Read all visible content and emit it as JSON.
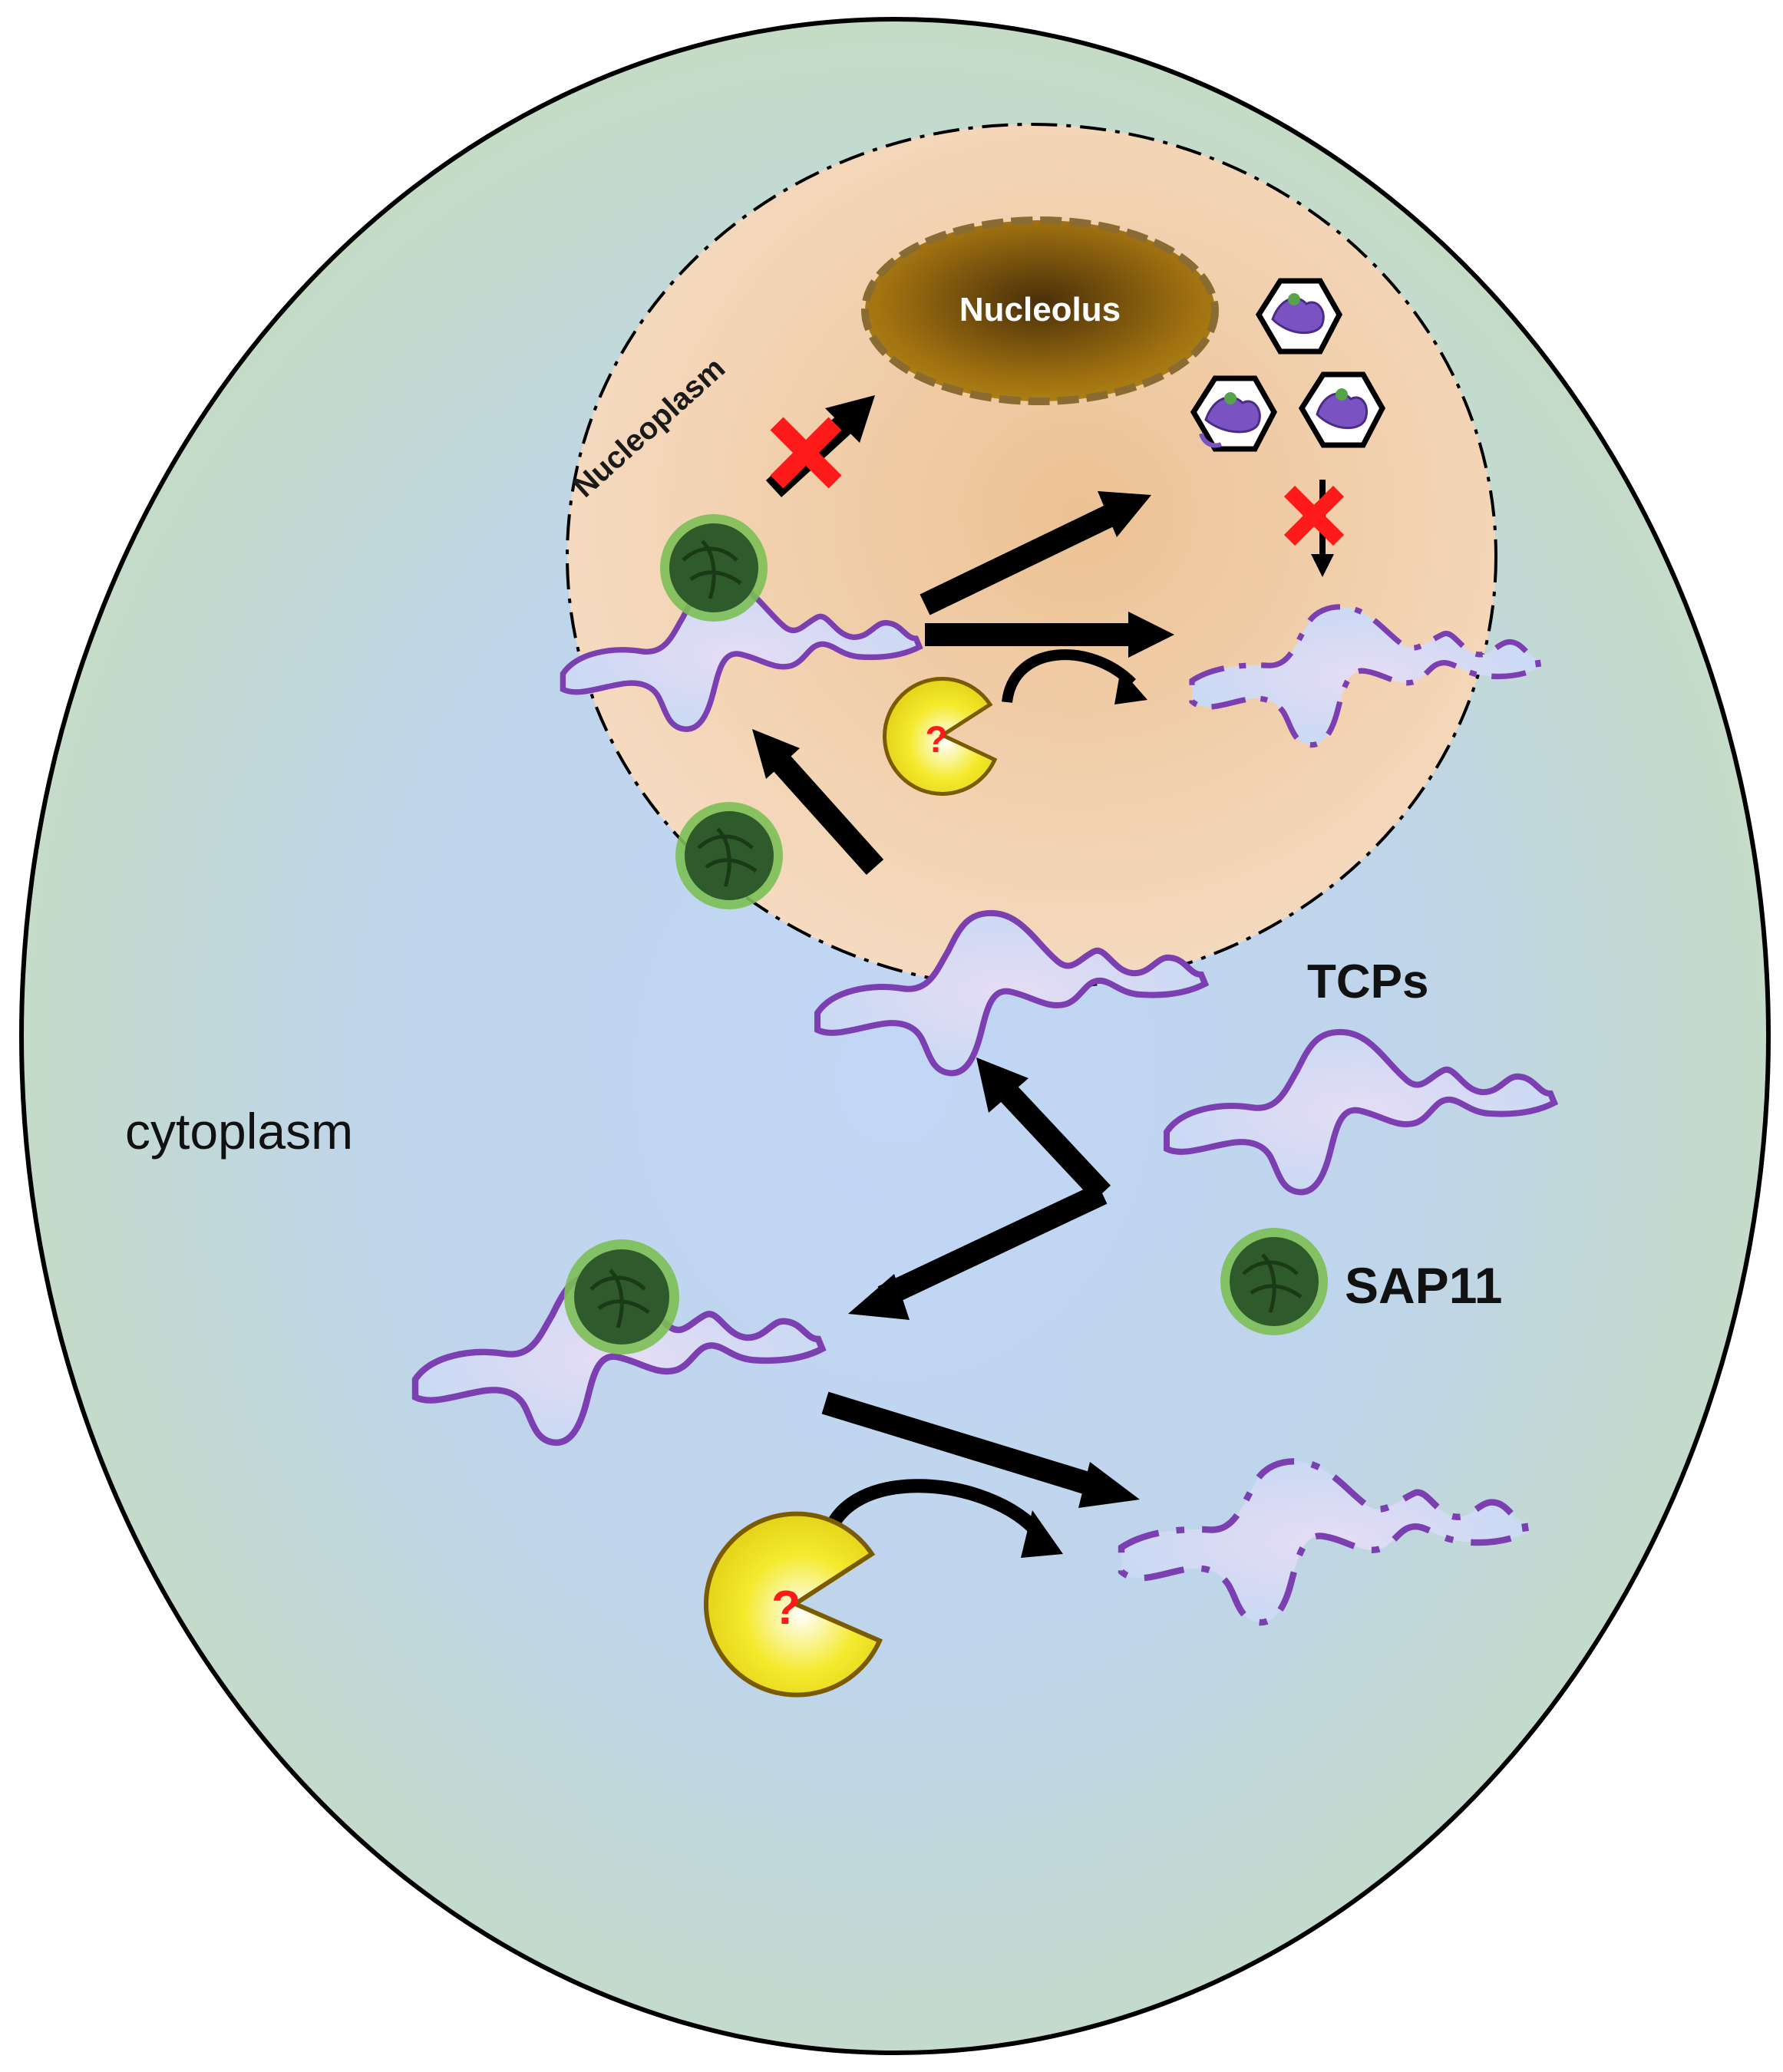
{
  "labels": {
    "nucleolus": "Nucleolus",
    "nucleoplasm": "Nucleoplasm",
    "cytoplasm": "cytoplasm",
    "tcps": "TCPs",
    "sap11": "SAP11",
    "question_mark": "?"
  },
  "colors": {
    "cell_edge": "#c5ddc0",
    "cell_center": "#c2d6f6",
    "nucleus_fill": "#f0ceaa",
    "nucleolus_fill": "#a9780f",
    "protein_outline": "#7b3fb1",
    "protein_fill": "#dcd4ef",
    "sap11_fill": "#2f5a2b",
    "sap11_halo": "#7cbf55",
    "enzyme_fill": "#f4ea2c",
    "blocked_x": "#ff1a1a"
  },
  "icons": [
    "tcp-protein-icon",
    "sap11-effector-icon",
    "protease-pacman-icon",
    "proteasome-hexagon-icon",
    "blocked-cross-icon",
    "degraded-tcp-fragment-icon"
  ]
}
